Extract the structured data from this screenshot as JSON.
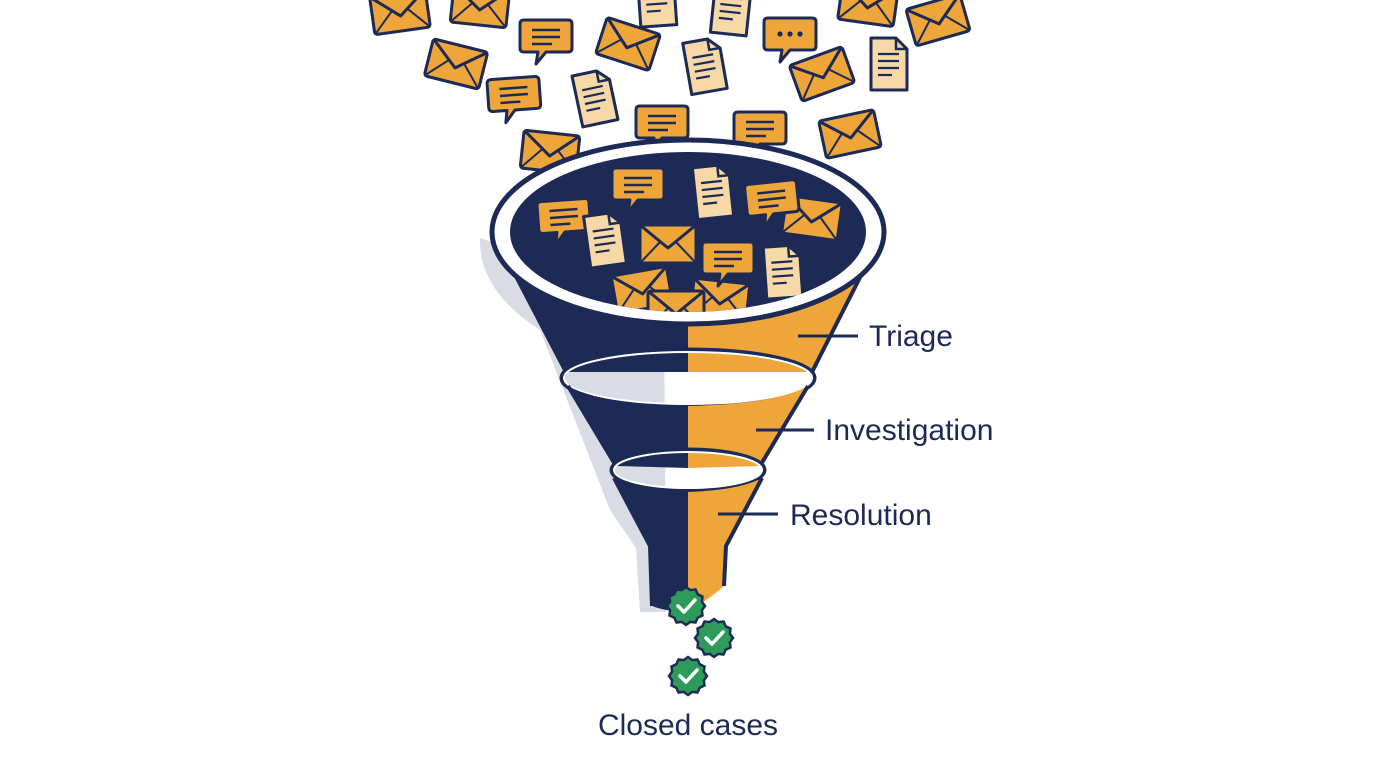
{
  "stages": [
    {
      "label": "Triage"
    },
    {
      "label": "Investigation"
    },
    {
      "label": "Resolution"
    }
  ],
  "output": {
    "label": "Closed cases"
  },
  "colors": {
    "navy": "#1c2a55",
    "orange": "#eea63a",
    "paper": "#f6d9a6",
    "green": "#2e9b5b",
    "shadow": "#d9dce4"
  },
  "icons": {
    "email": "envelope-icon",
    "chat": "chat-bubble-icon",
    "document": "document-icon",
    "done": "check-badge-icon"
  }
}
